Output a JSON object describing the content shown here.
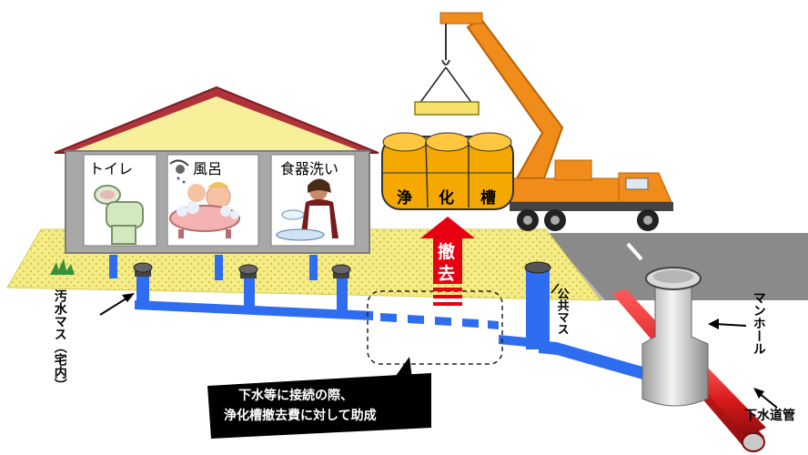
{
  "house": {
    "rooms": [
      {
        "label": "トイレ",
        "icon": "toilet-icon"
      },
      {
        "label": "風呂",
        "icon": "bath-icon"
      },
      {
        "label": "食器洗い",
        "icon": "dishwashing-icon"
      }
    ]
  },
  "tank": {
    "chars": [
      "浄",
      "化",
      "槽"
    ]
  },
  "removal_arrow": {
    "chars": [
      "撤",
      "去"
    ]
  },
  "labels": {
    "private_basin": "汚水マス（宅内）",
    "public_basin": "公共マス",
    "manhole": "マンホール",
    "sewer_pipe": "下水道管"
  },
  "callout": {
    "lines": [
      "下水等に接続の際、",
      "浄化槽撤去費に対して助成"
    ]
  },
  "colors": {
    "roof": "#b0323a",
    "wall": "#f8ef9a",
    "ground": "#f6ec86",
    "pipe": "#2f6df0",
    "tank": "#f5a800",
    "crane": "#f08c1a",
    "arrow": "#e60012",
    "sewer": "#d71a1a",
    "road": "#8a8a8a"
  }
}
